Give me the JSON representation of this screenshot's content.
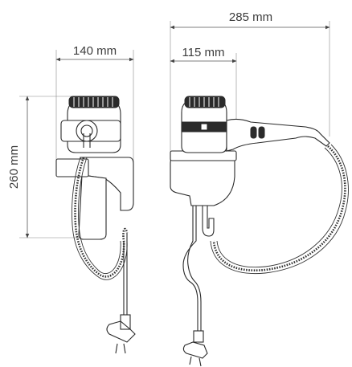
{
  "dimensions": {
    "front_width": "140 mm",
    "height": "260 mm",
    "side_depth": "115 mm",
    "side_total_width": "285 mm"
  },
  "colors": {
    "line": "#2a2a2a",
    "dimension": "#555555",
    "text": "#3c3c3c"
  }
}
